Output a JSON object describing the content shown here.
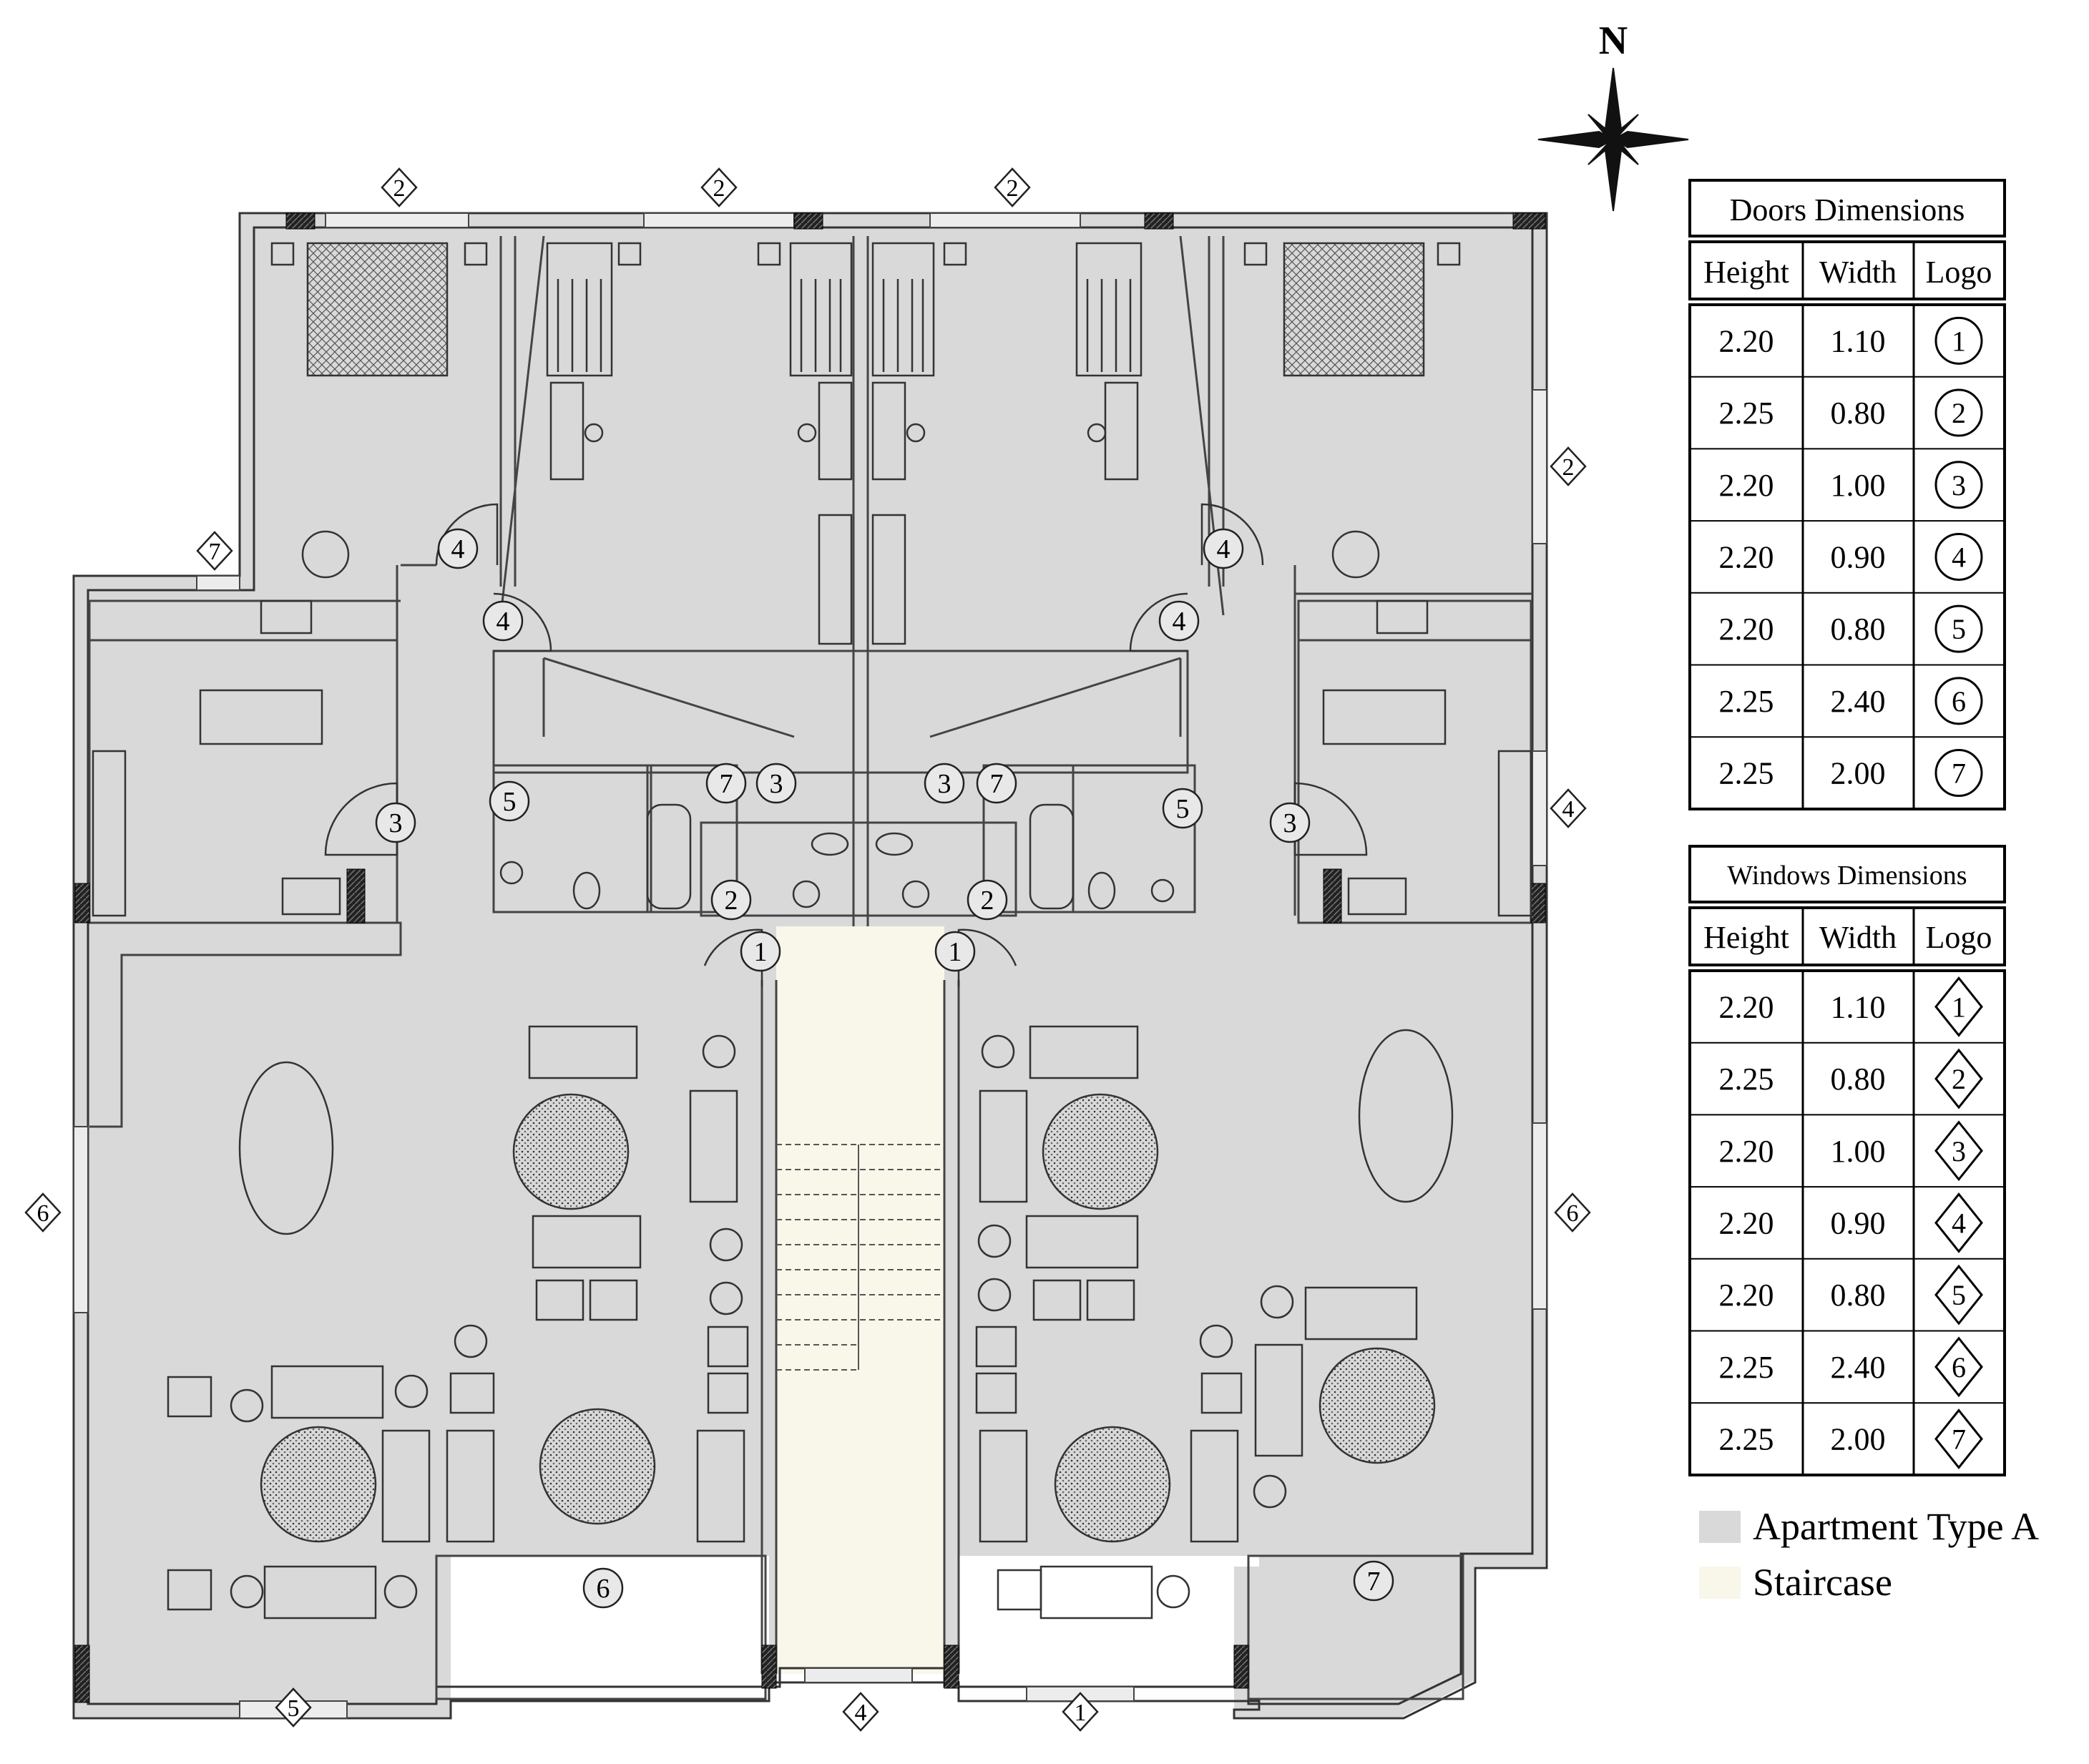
{
  "compass": {
    "label": "N"
  },
  "doors_table": {
    "title": "Doors Dimensions",
    "headers": [
      "Height",
      "Width",
      "Logo"
    ],
    "rows": [
      {
        "height": "2.20",
        "width": "1.10",
        "logo": "1"
      },
      {
        "height": "2.25",
        "width": "0.80",
        "logo": "2"
      },
      {
        "height": "2.20",
        "width": "1.00",
        "logo": "3"
      },
      {
        "height": "2.20",
        "width": "0.90",
        "logo": "4"
      },
      {
        "height": "2.20",
        "width": "0.80",
        "logo": "5"
      },
      {
        "height": "2.25",
        "width": "2.40",
        "logo": "6"
      },
      {
        "height": "2.25",
        "width": "2.00",
        "logo": "7"
      }
    ]
  },
  "windows_table": {
    "title": "Windows Dimensions",
    "headers": [
      "Height",
      "Width",
      "Logo"
    ],
    "rows": [
      {
        "height": "2.20",
        "width": "1.10",
        "logo": "1"
      },
      {
        "height": "2.25",
        "width": "0.80",
        "logo": "2"
      },
      {
        "height": "2.20",
        "width": "1.00",
        "logo": "3"
      },
      {
        "height": "2.20",
        "width": "0.90",
        "logo": "4"
      },
      {
        "height": "2.20",
        "width": "0.80",
        "logo": "5"
      },
      {
        "height": "2.25",
        "width": "2.40",
        "logo": "6"
      },
      {
        "height": "2.25",
        "width": "2.00",
        "logo": "7"
      }
    ]
  },
  "legend": [
    {
      "label": "Apartment Type A",
      "color": "#d9d9d9"
    },
    {
      "label": "Staircase",
      "color": "#f9f7ea"
    }
  ],
  "door_markers": [
    "4",
    "4",
    "4",
    "4",
    "3",
    "3",
    "5",
    "5",
    "2",
    "2",
    "1",
    "1",
    "3",
    "7",
    "3",
    "7",
    "6",
    "7"
  ],
  "window_markers": [
    "2",
    "2",
    "2",
    "2",
    "7",
    "4",
    "6",
    "6",
    "5",
    "4",
    "1"
  ]
}
